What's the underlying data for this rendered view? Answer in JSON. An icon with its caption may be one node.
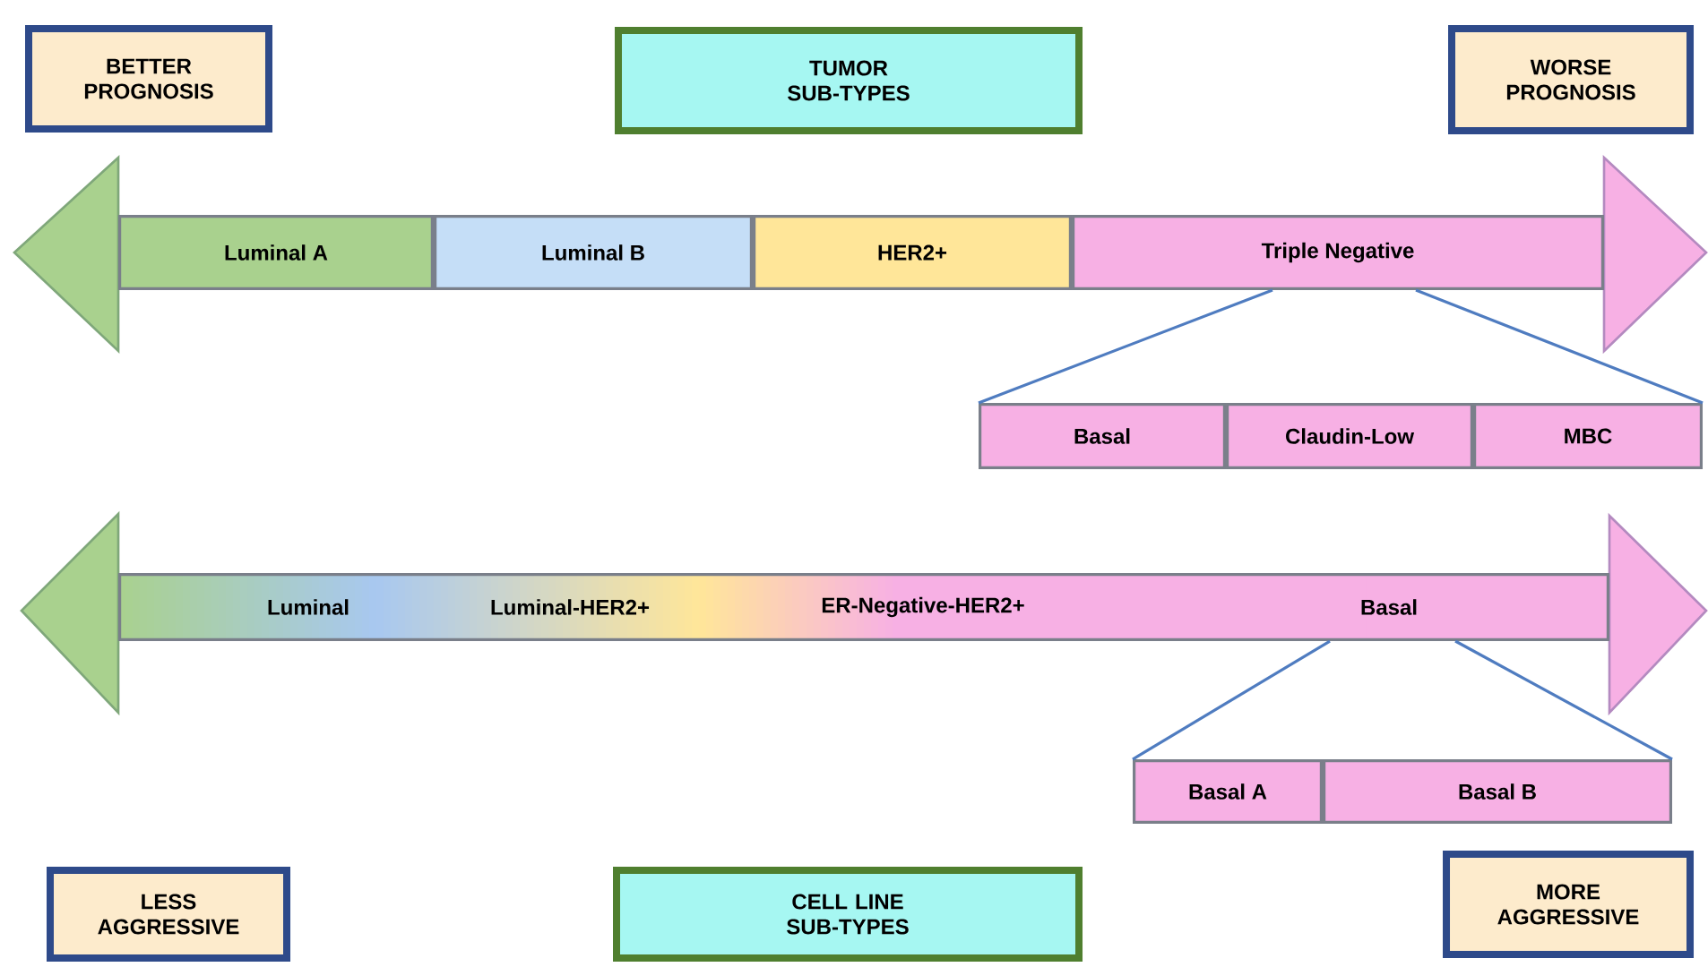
{
  "diagram": {
    "nodes": [
      {
        "text": [
          "BETTER PROGNOSIS"
        ]
      },
      {
        "text": [
          "TUMOR SUB-TYPES"
        ]
      },
      {
        "text": [
          "WORSE PROGNOSIS"
        ]
      },
      {
        "text": [
          "Luminal A"
        ]
      },
      {
        "text": [
          "Luminal B"
        ]
      },
      {
        "text": [
          "HER2+"
        ]
      },
      {
        "text": [
          "Triple Negative"
        ]
      },
      {
        "text": [
          "Basal"
        ]
      },
      {
        "text": [
          "Claudin-Low"
        ]
      },
      {
        "text": [
          "MBC"
        ]
      },
      {
        "text": [
          "Luminal",
          "Luminal-HER2+",
          "ER-Negative-HER2+",
          "Basal"
        ]
      },
      {
        "text": [
          "Basal A"
        ]
      },
      {
        "text": [
          "Basal B"
        ]
      },
      {
        "text": [
          "LESS AGGRESSIVE"
        ]
      },
      {
        "text": [
          "CELL LINE SUB-TYPES"
        ]
      },
      {
        "text": [
          "MORE AGGRESSIVE"
        ]
      }
    ],
    "edges": [
      {
        "from": 6,
        "to": 7,
        "arrow": "none"
      },
      {
        "from": 6,
        "to": 9,
        "arrow": "none"
      },
      {
        "from": 10,
        "to": 11,
        "arrow": "none"
      },
      {
        "from": 10,
        "to": 12,
        "arrow": "none"
      }
    ]
  }
}
